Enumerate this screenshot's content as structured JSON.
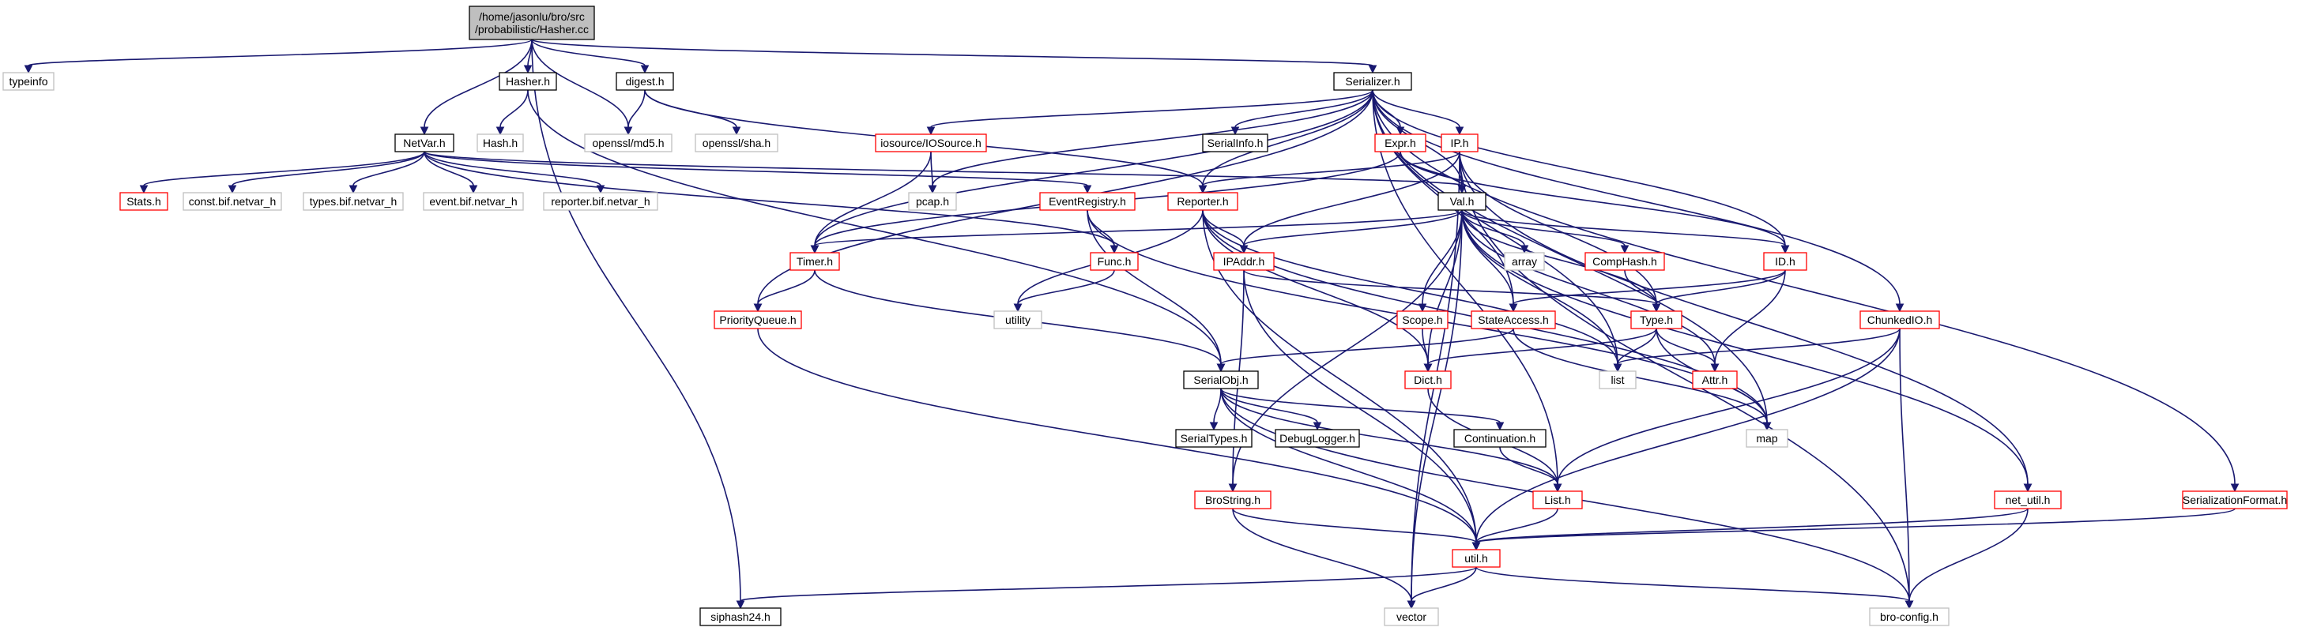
{
  "colors": {
    "edge": "#191970",
    "border_red": "#ff0000",
    "border_black": "#000000",
    "border_gray": "#bfbfbf",
    "root_fill": "#bfbfbf",
    "box_fill": "#ffffff"
  },
  "nodes": [
    {
      "id": "root",
      "lines": [
        "/home/jasonlu/bro/src",
        "/probabilistic/Hasher.cc"
      ],
      "style": "root"
    },
    {
      "id": "typeinfo",
      "lines": [
        "typeinfo"
      ],
      "style": "gray"
    },
    {
      "id": "netvar",
      "lines": [
        "NetVar.h"
      ],
      "style": "black"
    },
    {
      "id": "hasherh",
      "lines": [
        "Hasher.h"
      ],
      "style": "black"
    },
    {
      "id": "digest",
      "lines": [
        "digest.h"
      ],
      "style": "black"
    },
    {
      "id": "serializer",
      "lines": [
        "Serializer.h"
      ],
      "style": "black"
    },
    {
      "id": "hashh",
      "lines": [
        "Hash.h"
      ],
      "style": "gray"
    },
    {
      "id": "md5",
      "lines": [
        "openssl/md5.h"
      ],
      "style": "gray"
    },
    {
      "id": "sha",
      "lines": [
        "openssl/sha.h"
      ],
      "style": "gray"
    },
    {
      "id": "iosource",
      "lines": [
        "iosource/IOSource.h"
      ],
      "style": "red"
    },
    {
      "id": "serialinfo",
      "lines": [
        "SerialInfo.h"
      ],
      "style": "black"
    },
    {
      "id": "expr",
      "lines": [
        "Expr.h"
      ],
      "style": "red"
    },
    {
      "id": "iph",
      "lines": [
        "IP.h"
      ],
      "style": "red"
    },
    {
      "id": "stats",
      "lines": [
        "Stats.h"
      ],
      "style": "red"
    },
    {
      "id": "constbif",
      "lines": [
        "const.bif.netvar_h"
      ],
      "style": "gray"
    },
    {
      "id": "typesbif",
      "lines": [
        "types.bif.netvar_h"
      ],
      "style": "gray"
    },
    {
      "id": "eventbif",
      "lines": [
        "event.bif.netvar_h"
      ],
      "style": "gray"
    },
    {
      "id": "reporterbif",
      "lines": [
        "reporter.bif.netvar_h"
      ],
      "style": "gray"
    },
    {
      "id": "pcap",
      "lines": [
        "pcap.h"
      ],
      "style": "gray"
    },
    {
      "id": "eventreg",
      "lines": [
        "EventRegistry.h"
      ],
      "style": "red"
    },
    {
      "id": "reporter",
      "lines": [
        "Reporter.h"
      ],
      "style": "red"
    },
    {
      "id": "valh",
      "lines": [
        "Val.h"
      ],
      "style": "black"
    },
    {
      "id": "timer",
      "lines": [
        "Timer.h"
      ],
      "style": "red"
    },
    {
      "id": "func",
      "lines": [
        "Func.h"
      ],
      "style": "red"
    },
    {
      "id": "ipaddr",
      "lines": [
        "IPAddr.h"
      ],
      "style": "red"
    },
    {
      "id": "array",
      "lines": [
        "array"
      ],
      "style": "gray"
    },
    {
      "id": "comphash",
      "lines": [
        "CompHash.h"
      ],
      "style": "red"
    },
    {
      "id": "idh",
      "lines": [
        "ID.h"
      ],
      "style": "red"
    },
    {
      "id": "utility",
      "lines": [
        "utility"
      ],
      "style": "gray"
    },
    {
      "id": "pqueue",
      "lines": [
        "PriorityQueue.h"
      ],
      "style": "red"
    },
    {
      "id": "scope",
      "lines": [
        "Scope.h"
      ],
      "style": "red"
    },
    {
      "id": "stateaccess",
      "lines": [
        "StateAccess.h"
      ],
      "style": "red"
    },
    {
      "id": "typeh",
      "lines": [
        "Type.h"
      ],
      "style": "red"
    },
    {
      "id": "chunked",
      "lines": [
        "ChunkedIO.h"
      ],
      "style": "red"
    },
    {
      "id": "serialobj",
      "lines": [
        "SerialObj.h"
      ],
      "style": "black"
    },
    {
      "id": "dict",
      "lines": [
        "Dict.h"
      ],
      "style": "red"
    },
    {
      "id": "list",
      "lines": [
        "list"
      ],
      "style": "gray"
    },
    {
      "id": "attr",
      "lines": [
        "Attr.h"
      ],
      "style": "red"
    },
    {
      "id": "map",
      "lines": [
        "map"
      ],
      "style": "gray"
    },
    {
      "id": "serialtypes",
      "lines": [
        "SerialTypes.h"
      ],
      "style": "black"
    },
    {
      "id": "debuglogger",
      "lines": [
        "DebugLogger.h"
      ],
      "style": "black"
    },
    {
      "id": "continuation",
      "lines": [
        "Continuation.h"
      ],
      "style": "black"
    },
    {
      "id": "listh",
      "lines": [
        "List.h"
      ],
      "style": "red"
    },
    {
      "id": "brostring",
      "lines": [
        "BroString.h"
      ],
      "style": "red"
    },
    {
      "id": "netutil",
      "lines": [
        "net_util.h"
      ],
      "style": "red"
    },
    {
      "id": "serformat",
      "lines": [
        "SerializationFormat.h"
      ],
      "style": "red"
    },
    {
      "id": "utilh",
      "lines": [
        "util.h"
      ],
      "style": "red"
    },
    {
      "id": "siphash",
      "lines": [
        "siphash24.h"
      ],
      "style": "black"
    },
    {
      "id": "vector",
      "lines": [
        "vector"
      ],
      "style": "gray"
    },
    {
      "id": "broconfig",
      "lines": [
        "bro-config.h"
      ],
      "style": "gray"
    }
  ],
  "edges": [
    [
      "root",
      "typeinfo"
    ],
    [
      "root",
      "netvar"
    ],
    [
      "root",
      "hasherh"
    ],
    [
      "root",
      "digest"
    ],
    [
      "root",
      "serializer"
    ],
    [
      "root",
      "md5"
    ],
    [
      "root",
      "siphash"
    ],
    [
      "hasherh",
      "hashh"
    ],
    [
      "hasherh",
      "serialobj"
    ],
    [
      "digest",
      "md5"
    ],
    [
      "digest",
      "sha"
    ],
    [
      "digest",
      "reporter"
    ],
    [
      "netvar",
      "stats"
    ],
    [
      "netvar",
      "constbif"
    ],
    [
      "netvar",
      "typesbif"
    ],
    [
      "netvar",
      "eventbif"
    ],
    [
      "netvar",
      "reporterbif"
    ],
    [
      "netvar",
      "eventreg"
    ],
    [
      "netvar",
      "func"
    ],
    [
      "netvar",
      "valh"
    ],
    [
      "serializer",
      "iosource"
    ],
    [
      "serializer",
      "serialinfo"
    ],
    [
      "serializer",
      "expr"
    ],
    [
      "serializer",
      "iph"
    ],
    [
      "serializer",
      "timer"
    ],
    [
      "serializer",
      "pqueue"
    ],
    [
      "serializer",
      "pcap"
    ],
    [
      "serializer",
      "reporter"
    ],
    [
      "serializer",
      "valh"
    ],
    [
      "serializer",
      "idh"
    ],
    [
      "serializer",
      "stateaccess"
    ],
    [
      "serializer",
      "chunked"
    ],
    [
      "serializer",
      "serformat"
    ],
    [
      "serializer",
      "list"
    ],
    [
      "serializer",
      "map"
    ],
    [
      "serializer",
      "listh"
    ],
    [
      "iosource",
      "pcap"
    ],
    [
      "iosource",
      "timer"
    ],
    [
      "expr",
      "valh"
    ],
    [
      "expr",
      "timer"
    ],
    [
      "expr",
      "idh"
    ],
    [
      "iph",
      "reporter"
    ],
    [
      "iph",
      "valh"
    ],
    [
      "iph",
      "ipaddr"
    ],
    [
      "iph",
      "netutil"
    ],
    [
      "iph",
      "broconfig"
    ],
    [
      "iph",
      "typeh"
    ],
    [
      "iph",
      "vector"
    ],
    [
      "eventreg",
      "func"
    ],
    [
      "eventreg",
      "map"
    ],
    [
      "eventreg",
      "serialobj"
    ],
    [
      "reporter",
      "utility"
    ],
    [
      "reporter",
      "ipaddr"
    ],
    [
      "reporter",
      "list"
    ],
    [
      "reporter",
      "map"
    ],
    [
      "reporter",
      "utilh"
    ],
    [
      "reporter",
      "dict"
    ],
    [
      "valh",
      "timer"
    ],
    [
      "valh",
      "ipaddr"
    ],
    [
      "valh",
      "array"
    ],
    [
      "valh",
      "comphash"
    ],
    [
      "valh",
      "idh"
    ],
    [
      "valh",
      "scope"
    ],
    [
      "valh",
      "stateaccess"
    ],
    [
      "valh",
      "typeh"
    ],
    [
      "valh",
      "attr"
    ],
    [
      "valh",
      "dict"
    ],
    [
      "valh",
      "list"
    ],
    [
      "valh",
      "brostring"
    ],
    [
      "valh",
      "netutil"
    ],
    [
      "valh",
      "vector"
    ],
    [
      "timer",
      "pqueue"
    ],
    [
      "timer",
      "serialobj"
    ],
    [
      "func",
      "utility"
    ],
    [
      "ipaddr",
      "typeh"
    ],
    [
      "ipaddr",
      "brostring"
    ],
    [
      "ipaddr",
      "utilh"
    ],
    [
      "comphash",
      "typeh"
    ],
    [
      "idh",
      "typeh"
    ],
    [
      "idh",
      "attr"
    ],
    [
      "idh",
      "stateaccess"
    ],
    [
      "pqueue",
      "utilh"
    ],
    [
      "scope",
      "dict"
    ],
    [
      "stateaccess",
      "serialobj"
    ],
    [
      "stateaccess",
      "map"
    ],
    [
      "typeh",
      "list"
    ],
    [
      "typeh",
      "attr"
    ],
    [
      "typeh",
      "map"
    ],
    [
      "typeh",
      "dict"
    ],
    [
      "chunked",
      "list"
    ],
    [
      "chunked",
      "listh"
    ],
    [
      "chunked",
      "utilh"
    ],
    [
      "chunked",
      "broconfig"
    ],
    [
      "serialobj",
      "serialtypes"
    ],
    [
      "serialobj",
      "debuglogger"
    ],
    [
      "serialobj",
      "continuation"
    ],
    [
      "serialobj",
      "listh"
    ],
    [
      "serialobj",
      "utilh"
    ],
    [
      "serialobj",
      "broconfig"
    ],
    [
      "dict",
      "listh"
    ],
    [
      "continuation",
      "listh"
    ],
    [
      "listh",
      "utilh"
    ],
    [
      "brostring",
      "utilh"
    ],
    [
      "brostring",
      "vector"
    ],
    [
      "netutil",
      "utilh"
    ],
    [
      "netutil",
      "broconfig"
    ],
    [
      "serformat",
      "utilh"
    ],
    [
      "utilh",
      "siphash"
    ],
    [
      "utilh",
      "vector"
    ],
    [
      "utilh",
      "broconfig"
    ]
  ]
}
